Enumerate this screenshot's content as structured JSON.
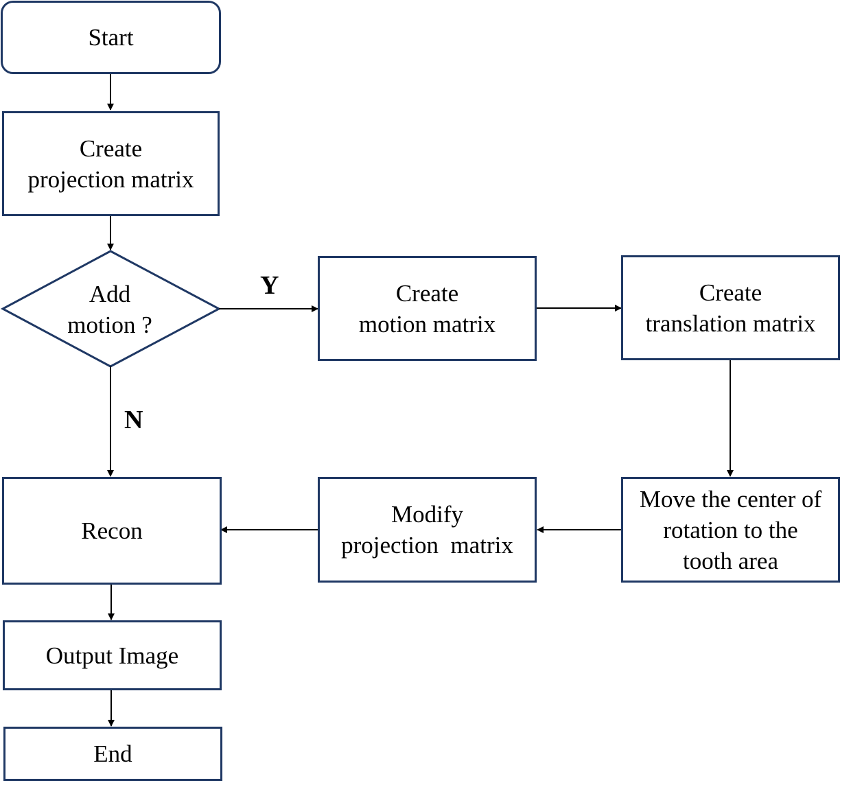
{
  "colors": {
    "node_border": "#1f3864",
    "edge": "#000000",
    "background": "#ffffff"
  },
  "nodes": {
    "start": "Start",
    "create_projection": "Create\nprojection matrix",
    "decision": "Add\nmotion ?",
    "create_motion": "Create\nmotion matrix",
    "create_translation": "Create\ntranslation matrix",
    "move_center": "Move the center of\nrotation to the\ntooth area",
    "modify_projection": "Modify\nprojection  matrix",
    "recon": "Recon",
    "output_image": "Output Image",
    "end": "End"
  },
  "edge_labels": {
    "yes": "Y",
    "no": "N"
  },
  "edges": [
    {
      "from": "start",
      "to": "create_projection"
    },
    {
      "from": "create_projection",
      "to": "decision"
    },
    {
      "from": "decision",
      "to": "create_motion",
      "label": "Y"
    },
    {
      "from": "create_motion",
      "to": "create_translation"
    },
    {
      "from": "create_translation",
      "to": "move_center"
    },
    {
      "from": "move_center",
      "to": "modify_projection"
    },
    {
      "from": "modify_projection",
      "to": "recon"
    },
    {
      "from": "decision",
      "to": "recon",
      "label": "N"
    },
    {
      "from": "recon",
      "to": "output_image"
    },
    {
      "from": "output_image",
      "to": "end"
    }
  ]
}
